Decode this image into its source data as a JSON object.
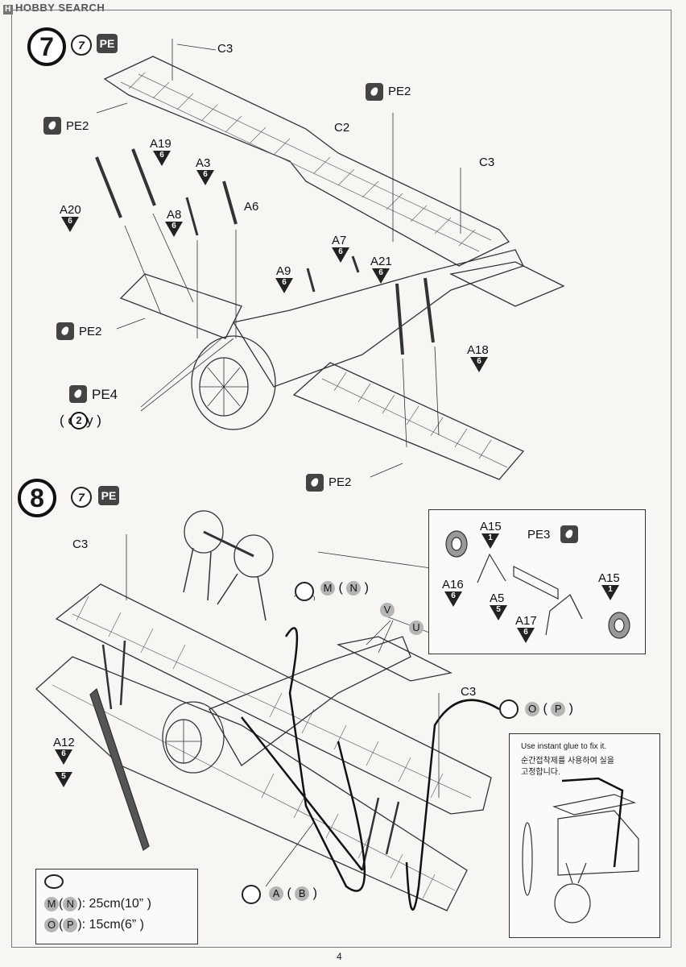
{
  "watermark": {
    "logo_letter": "H",
    "text": "HOBBY SEARCH"
  },
  "step7": {
    "number": "7",
    "cement_symbol": "7",
    "pe_badge": "PE",
    "labels": {
      "c3_top": "C3",
      "c3_right": "C3",
      "c2": "C2",
      "pe2_top": "PE2",
      "pe2_left": "PE2",
      "pe2_mid": "PE2",
      "pe2_bottom": "PE2",
      "a19": "A19",
      "a3": "A3",
      "a6": "A6",
      "a20": "A20",
      "a8": "A8",
      "a7": "A7",
      "a9": "A9",
      "a21": "A21",
      "a18": "A18",
      "pe4": "PE4",
      "pe4_note": "(  only )",
      "pe4_note_num": "2"
    },
    "sprue_number": "6"
  },
  "step8": {
    "number": "8",
    "cement_symbol": "7",
    "pe_badge": "PE",
    "labels": {
      "c3_left": "C3",
      "c3_right": "C3",
      "a12": "A12",
      "a15_top": "A15",
      "a15_right": "A15",
      "pe3": "PE3",
      "a16": "A16",
      "a5": "A5",
      "a17": "A17",
      "wire_m": "M",
      "wire_n": "N",
      "wire_o": "O",
      "wire_p": "P",
      "wire_a": "A",
      "wire_b": "B",
      "mark_v": "V",
      "mark_u": "U"
    },
    "sprue_numbers": {
      "a12": "6",
      "prop": "5",
      "a15": "1",
      "a16": "6",
      "a5": "5",
      "a17": "6"
    },
    "instant_glue_note_en": "Use instant glue to fix it.",
    "instant_glue_note_ko_1": "순간접착제를 사용하여 실을",
    "instant_glue_note_ko_2": "고정합니다.",
    "legend": {
      "row1_a": "M",
      "row1_b": "N",
      "row1_text": ": 25cm(10” )",
      "row2_a": "O",
      "row2_b": "P",
      "row2_text": ": 15cm(6” )"
    }
  },
  "page_number": "4"
}
